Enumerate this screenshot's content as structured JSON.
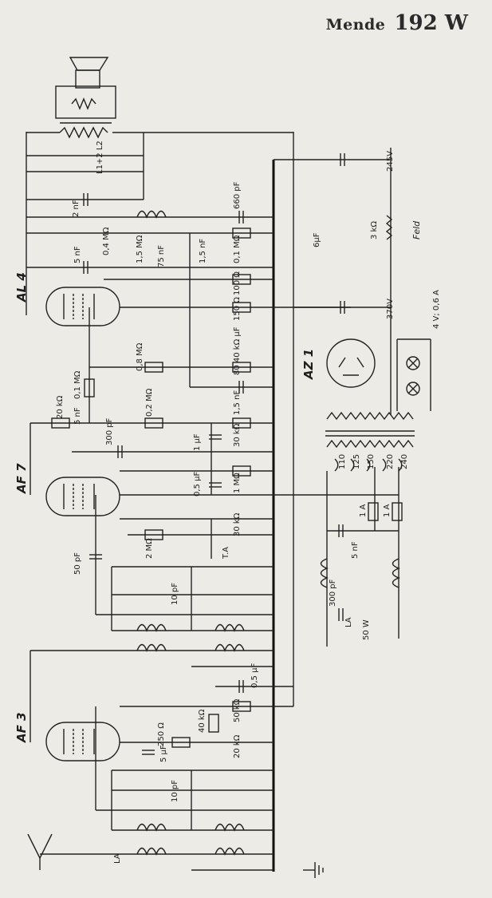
{
  "title": {
    "maker": "Mende",
    "model": "192 W"
  },
  "tubes": [
    "AL 4",
    "AF 7",
    "AF 3",
    "AZ 1"
  ],
  "labels": {
    "c_2nf": "2 nF",
    "l2": "L1+2 L2",
    "c_5nf_a": "5 nF",
    "r_04m": "0,4 MΩ",
    "p_15m": "1,5 MΩ",
    "c_75nf": "75 nF",
    "c_15nf_a": "1,5 nF",
    "c_660pf": "660 pF",
    "r_01m_a": "0,1 MΩ",
    "r_100": "100 Ω",
    "r_150": "150 Ω",
    "c_6uf": "6µF",
    "v_245": "245V",
    "r_3k": "3 kΩ",
    "feld": "Feld",
    "v_370": "370V",
    "lamp": "4 V; 0,6 A",
    "r_08m": "0,8 MΩ",
    "rc_80k40u": "80 40 kΩ µF",
    "r_01m_b": "0,1 MΩ",
    "r_20k": "20 kΩ",
    "c_5nf_b": "5 nF",
    "r_02m": "0,2 MΩ",
    "c_15nf_b": "1,5 nF",
    "c_300pf_a": "300 pF",
    "c_1uf": "1 µF",
    "r_30k_a": "30 kΩ",
    "taps": [
      "110",
      "125",
      "150",
      "220",
      "240"
    ],
    "c_05uf_a": "0,5 µF",
    "r_1m": "1 MΩ",
    "fuse1": "1 A",
    "fuse2": "1 A",
    "r_2m": "2 MΩ",
    "r_30k_b": "30 kΩ",
    "ta": "T.A",
    "c_50pf": "50 pF",
    "c_10pf_a": "10 pF",
    "c_5nf_c": "5 nF",
    "c_300pf_b": "300 pF",
    "la_a": "LA",
    "w_50": "50 W",
    "c_05uf_b": "0,5 µF",
    "r_50k": "50 kΩ",
    "r_250": "250 Ω",
    "r_40k": "40 kΩ",
    "c_5uf": "5 µF",
    "r_20k_b": "20 kΩ",
    "c_10pf_b": "10 pF",
    "la_b": "LA"
  }
}
